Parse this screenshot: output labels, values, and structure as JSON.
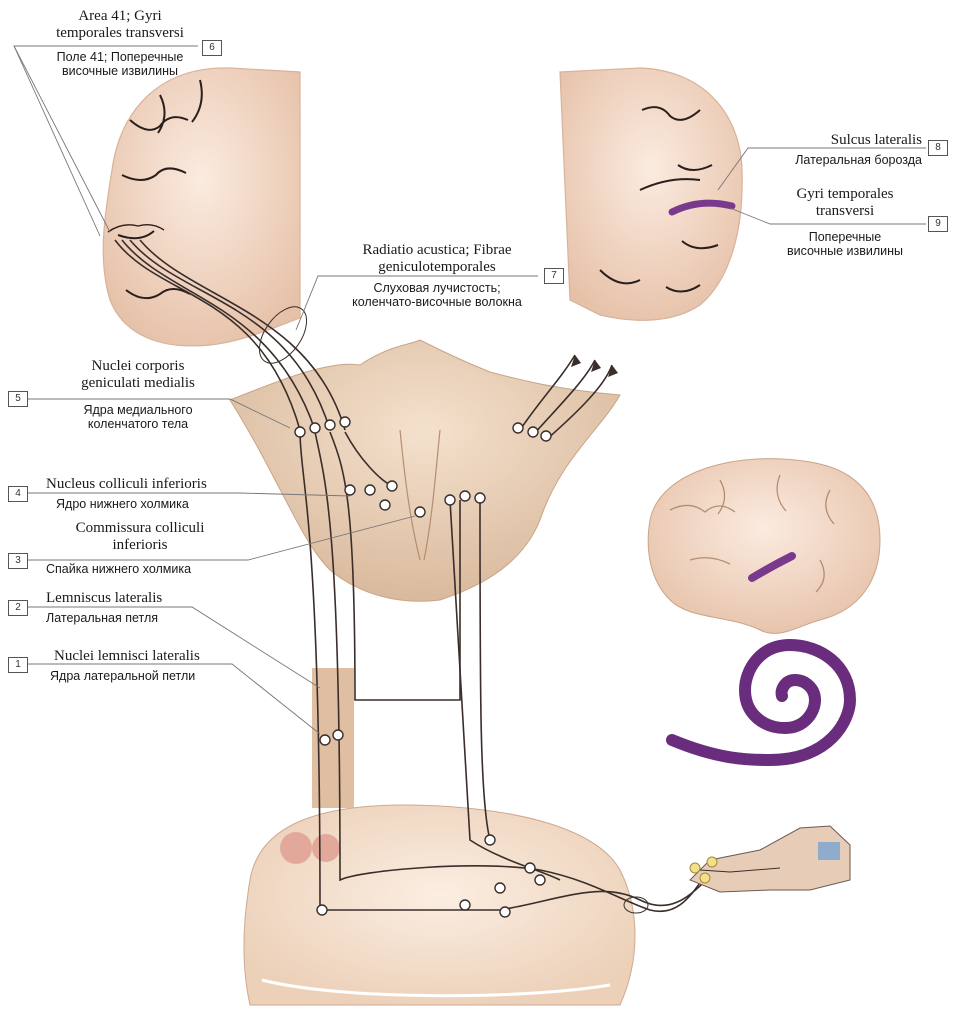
{
  "labels": [
    {
      "number": "6",
      "latin_lines": [
        "Area 41; Gyri",
        "temporales transversi"
      ],
      "russian_lines": [
        "Поле 41; Поперечные",
        "височные извилины"
      ]
    },
    {
      "number": "7",
      "latin_lines": [
        "Radiatio acustica; Fibrae",
        "geniculotemporales"
      ],
      "russian_lines": [
        "Слуховая лучистость;",
        "коленчато-височные волокна"
      ]
    },
    {
      "number": "8",
      "latin_lines": [
        "Sulcus lateralis"
      ],
      "russian_lines": [
        "Латеральная борозда"
      ]
    },
    {
      "number": "9",
      "latin_lines": [
        "Gyri temporales",
        "transversi"
      ],
      "russian_lines": [
        "Поперечные",
        "височные извилины"
      ]
    },
    {
      "number": "5",
      "latin_lines": [
        "Nuclei corporis",
        "geniculati medialis"
      ],
      "russian_lines": [
        "Ядра медиального",
        "коленчатого тела"
      ]
    },
    {
      "number": "4",
      "latin_lines": [
        "Nucleus colliculi inferioris"
      ],
      "russian_lines": [
        "Ядро нижнего холмика"
      ]
    },
    {
      "number": "3",
      "latin_lines": [
        "Commissura colliculi",
        "inferioris"
      ],
      "russian_lines": [
        "Спайка нижнего холмика"
      ]
    },
    {
      "number": "2",
      "latin_lines": [
        "Lemniscus lateralis"
      ],
      "russian_lines": [
        "Латеральная петля"
      ]
    },
    {
      "number": "1",
      "latin_lines": [
        "Nuclei lemnisci lateralis"
      ],
      "russian_lines": [
        "Ядра латеральной петли"
      ]
    }
  ],
  "colors": {
    "tissue": "#f3e2d2",
    "tissue_shadow": "#d9b79d",
    "gyrus_pink": "#e8c3ad",
    "fiber": "#3a2e2a",
    "highlight_purple": "#7a3a8c",
    "cochlea_purple": "#6a2d7e",
    "ganglion_yellow": "#f2e08a"
  }
}
